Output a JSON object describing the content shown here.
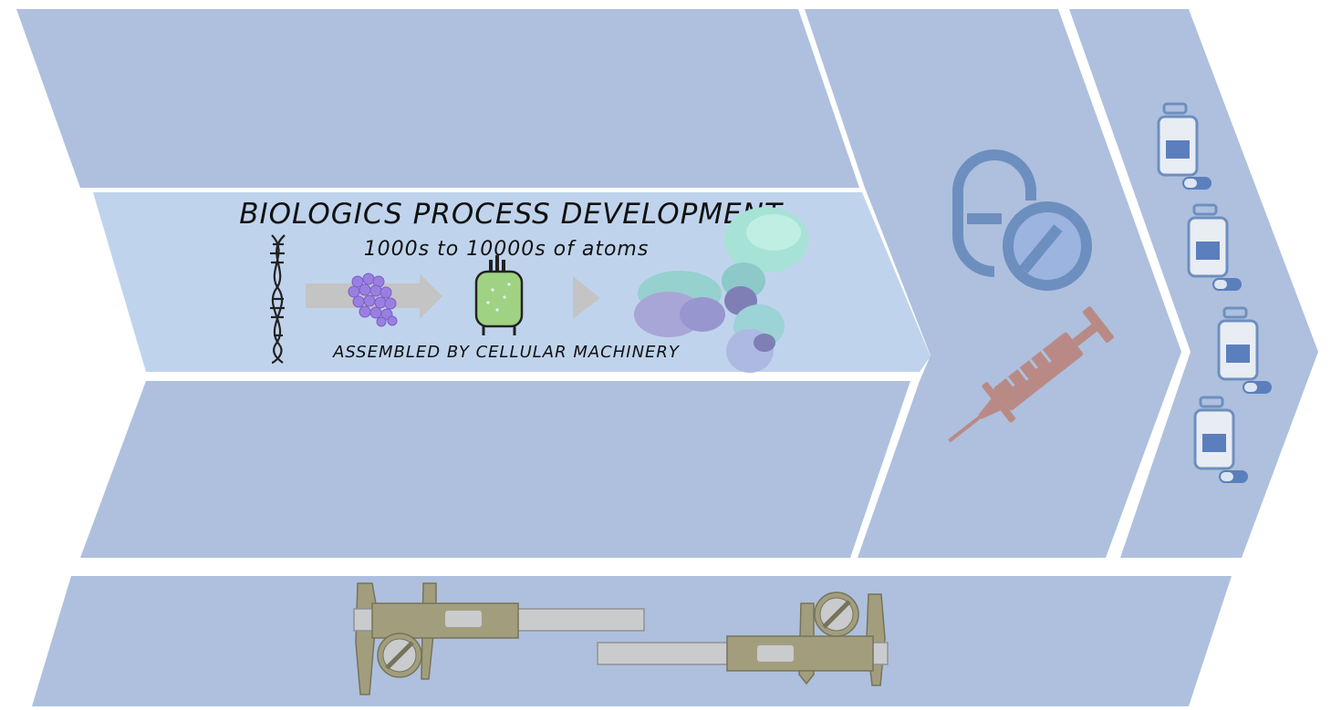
{
  "banner": {
    "title": "BIOLOGICS PROCESS DEVELOPMENT",
    "subtitle": "1000s to 10000s of atoms",
    "caption": "ASSEMBLED BY CELLULAR MACHINERY"
  },
  "icons": {
    "dna": "dna-helix-icon",
    "protein": "protein-cluster-icon",
    "bioreactor": "bioreactor-icon",
    "antibody": "antibody-structure-icon",
    "capsule": "capsule-pill-icon",
    "syringe": "syringe-icon",
    "vials": "medicine-bottle-icon",
    "calipers": "caliper-icon"
  },
  "colors": {
    "panel": "#aec0de",
    "banner": "#bfd4ec",
    "border": "#e6e6e6",
    "capsule": "#6d8fbf",
    "syringe": "#b98a85",
    "caliper_body": "#a29e7d",
    "caliper_rail": "#c9cbcd"
  }
}
